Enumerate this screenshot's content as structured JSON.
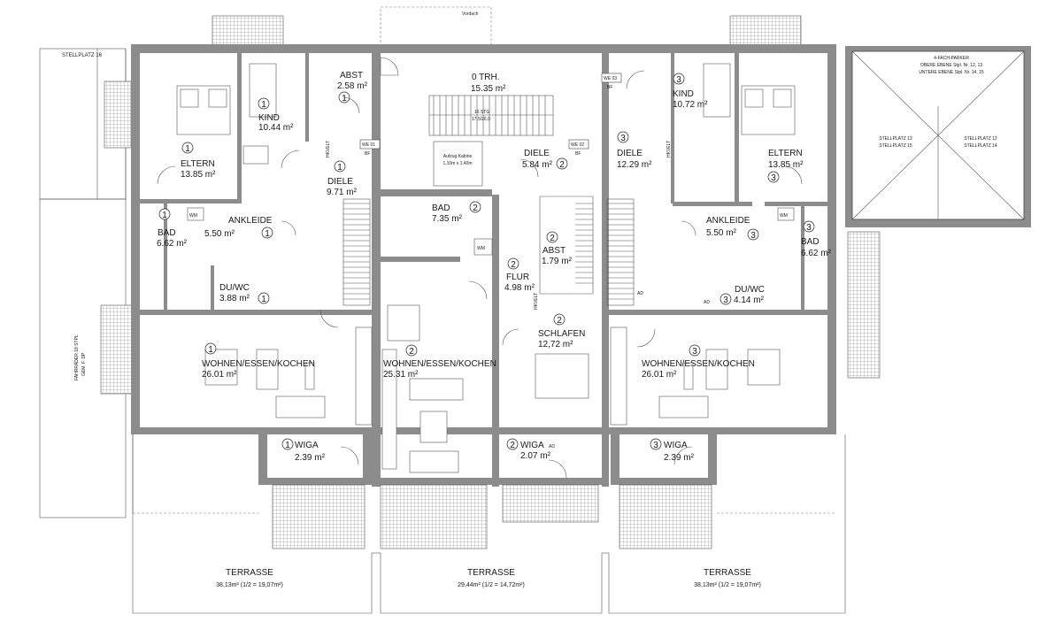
{
  "plan": {
    "carport": {
      "title": "STELLPLATZ 16",
      "bike": "FAHRRÄDER 18 STPL",
      "bike2": "GEM. F. DP"
    },
    "vordach": "Vordach",
    "parker": {
      "title": "4-FACH-PARKER",
      "upper": "OBERE EBENE Stpl. Nr. 12, 13",
      "lower": "UNTERE EBENE Stpl. Nr. 14, 15",
      "left1": "STELLPLATZ 13",
      "left2": "STELLPLATZ 15",
      "right1": "STELLPLATZ 12",
      "right2": "STELLPLATZ 14"
    },
    "stair": {
      "name": "0 TRH.",
      "area": "15.35 m²",
      "steps1": "16 STG",
      "steps2": "17,5/26,0",
      "lift1": "Aufzug Kabine",
      "lift2": "1,10m x 1,40m",
      "we01": "WE 01",
      "we02": "WE 02",
      "we03": "WE 03",
      "bf": "BF",
      "hkvelt": "HKVELT",
      "ad": "AD",
      "wm": "WM"
    },
    "unit1": {
      "num": "1",
      "kind": "KIND",
      "kind_area": "10.44 m²",
      "abst": "ABST",
      "abst_area": "2.58 m²",
      "eltern": "ELTERN",
      "eltern_area": "13.85 m²",
      "diele": "DIELE",
      "diele_area": "9.71 m²",
      "bad": "BAD",
      "bad_area": "6.62 m²",
      "ankleide": "ANKLEIDE",
      "ankleide_area": "5.50 m²",
      "duwc": "DU/WC",
      "duwc_area": "3.88 m²",
      "wohnen": "WOHNEN/ESSEN/KOCHEN",
      "wohnen_area": "26.01 m²",
      "wiga": "WIGA",
      "wiga_area": "2.39 m²"
    },
    "unit2": {
      "num": "2",
      "diele": "DIELE",
      "diele_area": "5.84 m²",
      "bad": "BAD",
      "bad_area": "7.35 m²",
      "abst": "ABST",
      "abst_area": "1.79 m²",
      "flur": "FLUR",
      "flur_area": "4.98 m²",
      "schlafen": "SCHLAFEN",
      "schlafen_area": "12,72 m²",
      "wohnen": "WOHNEN/ESSEN/KOCHEN",
      "wohnen_area": "25.31 m²",
      "wiga": "WIGA",
      "wiga_area": "2.07 m²"
    },
    "unit3": {
      "num": "3",
      "kind": "KIND",
      "kind_area": "10.72 m²",
      "diele": "DIELE",
      "diele_area": "12.29 m²",
      "eltern": "ELTERN",
      "eltern_area": "13.85 m²",
      "ankleide": "ANKLEIDE",
      "ankleide_area": "5.50 m²",
      "bad": "BAD",
      "bad_area": "6.62 m²",
      "duwc": "DU/WC",
      "duwc_area": "4.14 m²",
      "wohnen": "WOHNEN/ESSEN/KOCHEN",
      "wohnen_area": "26.01 m²",
      "wiga": "WIGA",
      "wiga_area": "2.39 m²"
    },
    "terrassen": [
      {
        "name": "TERRASSE",
        "area": "38,13m² (1/2 = 19,07m²)"
      },
      {
        "name": "TERRASSE",
        "area": "29,44m² (1/2 = 14,72m²)"
      },
      {
        "name": "TERRASSE",
        "area": "38,13m² (1/2 = 19,07m²)"
      }
    ]
  }
}
